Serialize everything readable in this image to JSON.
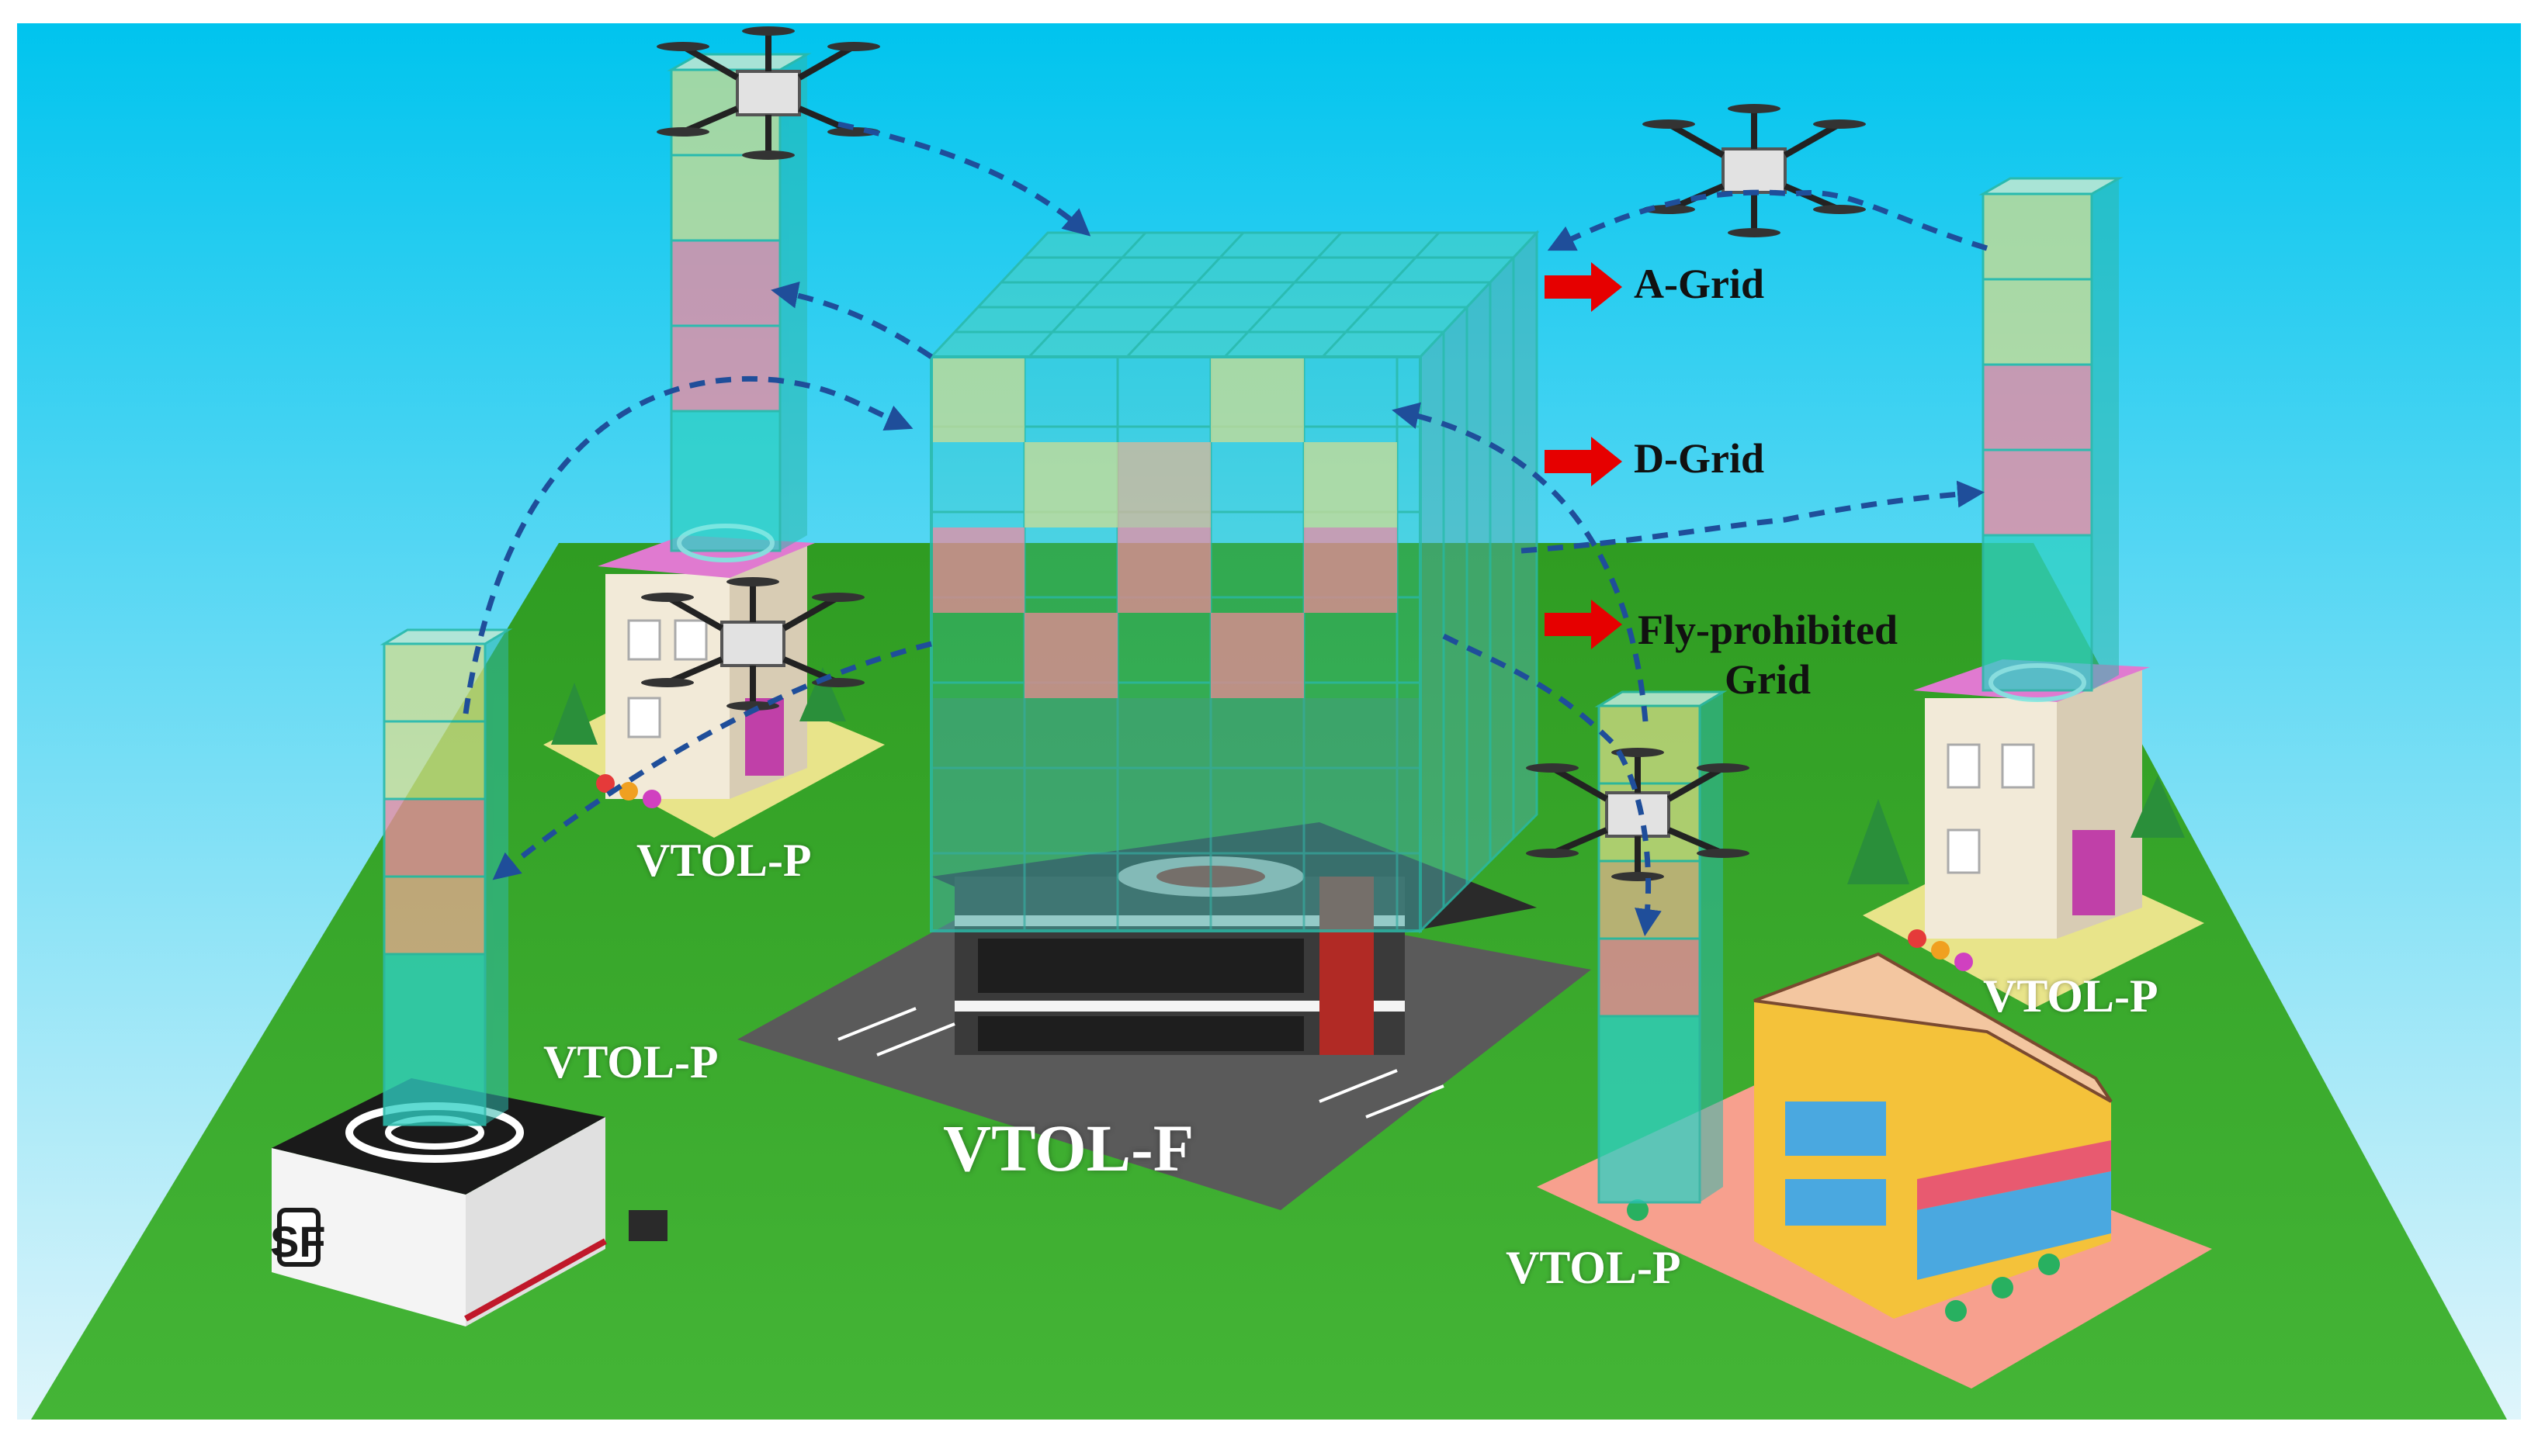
{
  "legend": {
    "a_grid": "A-Grid",
    "d_grid": "D-Grid",
    "fly_prohibited_line1": "Fly-prohibited",
    "fly_prohibited_line2": "Grid"
  },
  "labels": {
    "vtol_f": "VTOL-F",
    "vtol_p_left_house": "VTOL-P",
    "vtol_p_box": "VTOL-P",
    "vtol_p_right_house": "VTOL-P",
    "vtol_p_shop": "VTOL-P",
    "sf_logo": "SF"
  },
  "colors": {
    "sky_top": "#00c8f0",
    "sky_bottom": "#d8f3fb",
    "ground": "#3aa82a",
    "a_grid_cell": "#d9dd8a",
    "d_grid_cell": "#f08aa0",
    "free_cell": "#3ad8c8",
    "frame": "#2bb9a8",
    "route_arrow": "#1f4e9a",
    "legend_arrow": "#e60000"
  },
  "icons": [
    "drone-icon",
    "tower-icon",
    "house-icon",
    "shop-icon",
    "vtol-base-icon",
    "tree-icon"
  ]
}
